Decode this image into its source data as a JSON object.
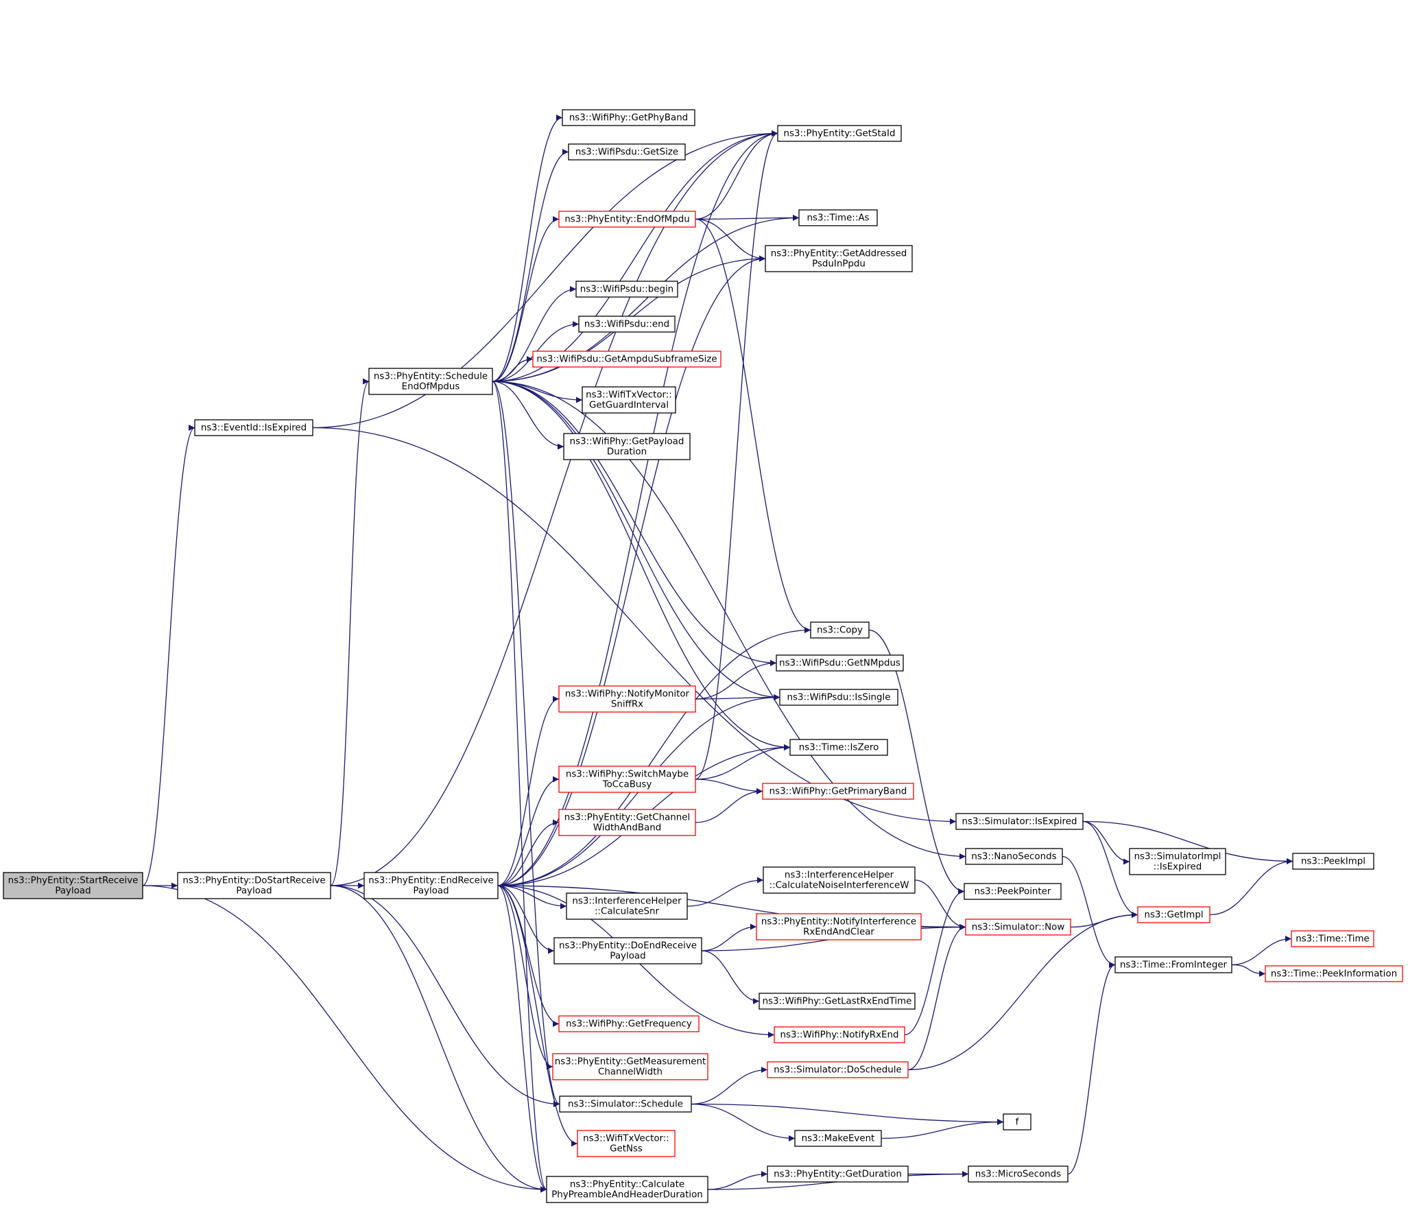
{
  "colors": {
    "edge": "#191970",
    "node_border_normal": "#000000",
    "node_border_truncated": "#ff0000",
    "root_fill": "#bfbfbf",
    "node_fill": "#ffffff"
  },
  "nodes": [
    {
      "id": "n0",
      "lines": [
        "ns3::PhyEntity::StartReceive",
        "Payload"
      ],
      "style": "root"
    },
    {
      "id": "n1",
      "lines": [
        "ns3::EventId::IsExpired"
      ],
      "style": "normal"
    },
    {
      "id": "n2",
      "lines": [
        "ns3::PhyEntity::GetStaId"
      ],
      "style": "normal"
    },
    {
      "id": "n3",
      "lines": [
        "ns3::PhyEntity::DoStartReceive",
        "Payload"
      ],
      "style": "normal"
    },
    {
      "id": "n4",
      "lines": [
        "ns3::PhyEntity::Calculate",
        "PhyPreambleAndHeaderDuration"
      ],
      "style": "normal"
    },
    {
      "id": "n5",
      "lines": [
        "ns3::PhyEntity::EndReceive",
        "Payload"
      ],
      "style": "normal"
    },
    {
      "id": "n6",
      "lines": [
        "ns3::PhyEntity::Schedule",
        "EndOfMpdus"
      ],
      "style": "normal"
    },
    {
      "id": "n7",
      "lines": [
        "ns3::Simulator::Schedule"
      ],
      "style": "normal"
    },
    {
      "id": "n8",
      "lines": [
        "ns3::Simulator::IsExpired"
      ],
      "style": "normal"
    },
    {
      "id": "n9",
      "lines": [
        "ns3::PhyEntity::GetDuration"
      ],
      "style": "normal"
    },
    {
      "id": "n10",
      "lines": [
        "ns3::MicroSeconds"
      ],
      "style": "normal"
    },
    {
      "id": "n11",
      "lines": [
        "ns3::Time::FromInteger"
      ],
      "style": "normal"
    },
    {
      "id": "n12",
      "lines": [
        "ns3::Time::Time"
      ],
      "style": "truncated"
    },
    {
      "id": "n13",
      "lines": [
        "ns3::Time::PeekInformation"
      ],
      "style": "truncated"
    },
    {
      "id": "n14",
      "lines": [
        "ns3::Copy"
      ],
      "style": "normal"
    },
    {
      "id": "n15",
      "lines": [
        "ns3::PeekPointer"
      ],
      "style": "normal"
    },
    {
      "id": "n16",
      "lines": [
        "ns3::PhyEntity::DoEndReceive",
        "Payload"
      ],
      "style": "normal"
    },
    {
      "id": "n17",
      "lines": [
        "ns3::WifiPhy::GetLastRxEndTime"
      ],
      "style": "normal"
    },
    {
      "id": "n18",
      "lines": [
        "ns3::PhyEntity::NotifyInterference",
        "RxEndAndClear"
      ],
      "style": "truncated"
    },
    {
      "id": "n19",
      "lines": [
        "ns3::Simulator::Now"
      ],
      "style": "truncated"
    },
    {
      "id": "n20",
      "lines": [
        "ns3::GetImpl"
      ],
      "style": "truncated"
    },
    {
      "id": "n21",
      "lines": [
        "ns3::PhyEntity::GetAddressed",
        "PsduInPpdu"
      ],
      "style": "normal"
    },
    {
      "id": "n22",
      "lines": [
        "ns3::PhyEntity::GetChannel",
        "WidthAndBand"
      ],
      "style": "truncated"
    },
    {
      "id": "n23",
      "lines": [
        "ns3::WifiPhy::GetPrimaryBand"
      ],
      "style": "truncated"
    },
    {
      "id": "n24",
      "lines": [
        "ns3::WifiPhy::GetFrequency"
      ],
      "style": "truncated"
    },
    {
      "id": "n25",
      "lines": [
        "ns3::PhyEntity::GetMeasurement",
        "ChannelWidth"
      ],
      "style": "truncated"
    },
    {
      "id": "n26",
      "lines": [
        "ns3::WifiTxVector::",
        "GetNss"
      ],
      "style": "truncated"
    },
    {
      "id": "n27",
      "lines": [
        "ns3::InterferenceHelper",
        "::CalculateSnr"
      ],
      "style": "normal"
    },
    {
      "id": "n28",
      "lines": [
        "ns3::InterferenceHelper",
        "::CalculateNoiseInterferenceW"
      ],
      "style": "normal"
    },
    {
      "id": "n29",
      "lines": [
        "ns3::WifiPsdu::IsSingle"
      ],
      "style": "normal"
    },
    {
      "id": "n30",
      "lines": [
        "ns3::Time::IsZero"
      ],
      "style": "normal"
    },
    {
      "id": "n31",
      "lines": [
        "ns3::WifiPhy::NotifyMonitor",
        "SniffRx"
      ],
      "style": "truncated"
    },
    {
      "id": "n32",
      "lines": [
        "ns3::WifiPsdu::GetNMpdus"
      ],
      "style": "normal"
    },
    {
      "id": "n33",
      "lines": [
        "ns3::WifiPhy::NotifyRxEnd"
      ],
      "style": "truncated"
    },
    {
      "id": "n34",
      "lines": [
        "ns3::WifiPhy::SwitchMaybe",
        "ToCcaBusy"
      ],
      "style": "truncated"
    },
    {
      "id": "n35",
      "lines": [
        "ns3::NanoSeconds"
      ],
      "style": "normal"
    },
    {
      "id": "n36",
      "lines": [
        "ns3::PhyEntity::EndOfMpdu"
      ],
      "style": "truncated"
    },
    {
      "id": "n37",
      "lines": [
        "ns3::Time::As"
      ],
      "style": "normal"
    },
    {
      "id": "n38",
      "lines": [
        "ns3::WifiPhy::GetPhyBand"
      ],
      "style": "normal"
    },
    {
      "id": "n39",
      "lines": [
        "ns3::WifiPsdu::GetSize"
      ],
      "style": "normal"
    },
    {
      "id": "n40",
      "lines": [
        "ns3::WifiPsdu::begin"
      ],
      "style": "normal"
    },
    {
      "id": "n41",
      "lines": [
        "ns3::WifiPsdu::end"
      ],
      "style": "normal"
    },
    {
      "id": "n42",
      "lines": [
        "ns3::WifiPsdu::GetAmpduSubframeSize"
      ],
      "style": "truncated"
    },
    {
      "id": "n43",
      "lines": [
        "ns3::WifiTxVector::",
        "GetGuardInterval"
      ],
      "style": "normal"
    },
    {
      "id": "n44",
      "lines": [
        "ns3::WifiPhy::GetPayload",
        "Duration"
      ],
      "style": "normal"
    },
    {
      "id": "n45",
      "lines": [
        "ns3::SimulatorImpl",
        "::IsExpired"
      ],
      "style": "normal"
    },
    {
      "id": "n46",
      "lines": [
        "ns3::PeekImpl"
      ],
      "style": "normal"
    },
    {
      "id": "n47",
      "lines": [
        "ns3::Simulator::DoSchedule"
      ],
      "style": "truncated"
    },
    {
      "id": "n48",
      "lines": [
        "f"
      ],
      "style": "normal"
    },
    {
      "id": "n49",
      "lines": [
        "ns3::MakeEvent"
      ],
      "style": "normal"
    }
  ],
  "edges": [
    [
      "n0",
      "n1"
    ],
    [
      "n0",
      "n3"
    ],
    [
      "n0",
      "n4"
    ],
    [
      "n1",
      "n2"
    ],
    [
      "n1",
      "n8"
    ],
    [
      "n3",
      "n2"
    ],
    [
      "n3",
      "n4"
    ],
    [
      "n3",
      "n5"
    ],
    [
      "n3",
      "n6"
    ],
    [
      "n3",
      "n7"
    ],
    [
      "n4",
      "n9"
    ],
    [
      "n4",
      "n10"
    ],
    [
      "n5",
      "n4"
    ],
    [
      "n5",
      "n14"
    ],
    [
      "n5",
      "n16"
    ],
    [
      "n5",
      "n19"
    ],
    [
      "n5",
      "n21"
    ],
    [
      "n5",
      "n22"
    ],
    [
      "n5",
      "n24"
    ],
    [
      "n5",
      "n25"
    ],
    [
      "n5",
      "n26"
    ],
    [
      "n5",
      "n27"
    ],
    [
      "n5",
      "n29"
    ],
    [
      "n5",
      "n30"
    ],
    [
      "n5",
      "n31"
    ],
    [
      "n5",
      "n33"
    ],
    [
      "n5",
      "n34"
    ],
    [
      "n5",
      "n2"
    ],
    [
      "n6",
      "n2"
    ],
    [
      "n6",
      "n4"
    ],
    [
      "n6",
      "n7"
    ],
    [
      "n6",
      "n21"
    ],
    [
      "n6",
      "n29"
    ],
    [
      "n6",
      "n30"
    ],
    [
      "n6",
      "n32"
    ],
    [
      "n6",
      "n35"
    ],
    [
      "n6",
      "n36"
    ],
    [
      "n6",
      "n37"
    ],
    [
      "n6",
      "n38"
    ],
    [
      "n6",
      "n39"
    ],
    [
      "n6",
      "n40"
    ],
    [
      "n6",
      "n41"
    ],
    [
      "n6",
      "n42"
    ],
    [
      "n6",
      "n43"
    ],
    [
      "n6",
      "n44"
    ],
    [
      "n7",
      "n47"
    ],
    [
      "n7",
      "n48"
    ],
    [
      "n7",
      "n49"
    ],
    [
      "n8",
      "n20"
    ],
    [
      "n8",
      "n45"
    ],
    [
      "n8",
      "n46"
    ],
    [
      "n9",
      "n10"
    ],
    [
      "n10",
      "n11"
    ],
    [
      "n11",
      "n12"
    ],
    [
      "n11",
      "n13"
    ],
    [
      "n14",
      "n15"
    ],
    [
      "n16",
      "n17"
    ],
    [
      "n16",
      "n18"
    ],
    [
      "n16",
      "n19"
    ],
    [
      "n18",
      "n19"
    ],
    [
      "n19",
      "n20"
    ],
    [
      "n20",
      "n46"
    ],
    [
      "n22",
      "n23"
    ],
    [
      "n27",
      "n28"
    ],
    [
      "n28",
      "n19"
    ],
    [
      "n31",
      "n29"
    ],
    [
      "n31",
      "n32"
    ],
    [
      "n33",
      "n15"
    ],
    [
      "n34",
      "n2"
    ],
    [
      "n34",
      "n23"
    ],
    [
      "n34",
      "n30"
    ],
    [
      "n35",
      "n11"
    ],
    [
      "n36",
      "n2"
    ],
    [
      "n36",
      "n14"
    ],
    [
      "n36",
      "n21"
    ],
    [
      "n36",
      "n37"
    ],
    [
      "n47",
      "n20"
    ],
    [
      "n47",
      "n19"
    ],
    [
      "n49",
      "n48"
    ]
  ]
}
